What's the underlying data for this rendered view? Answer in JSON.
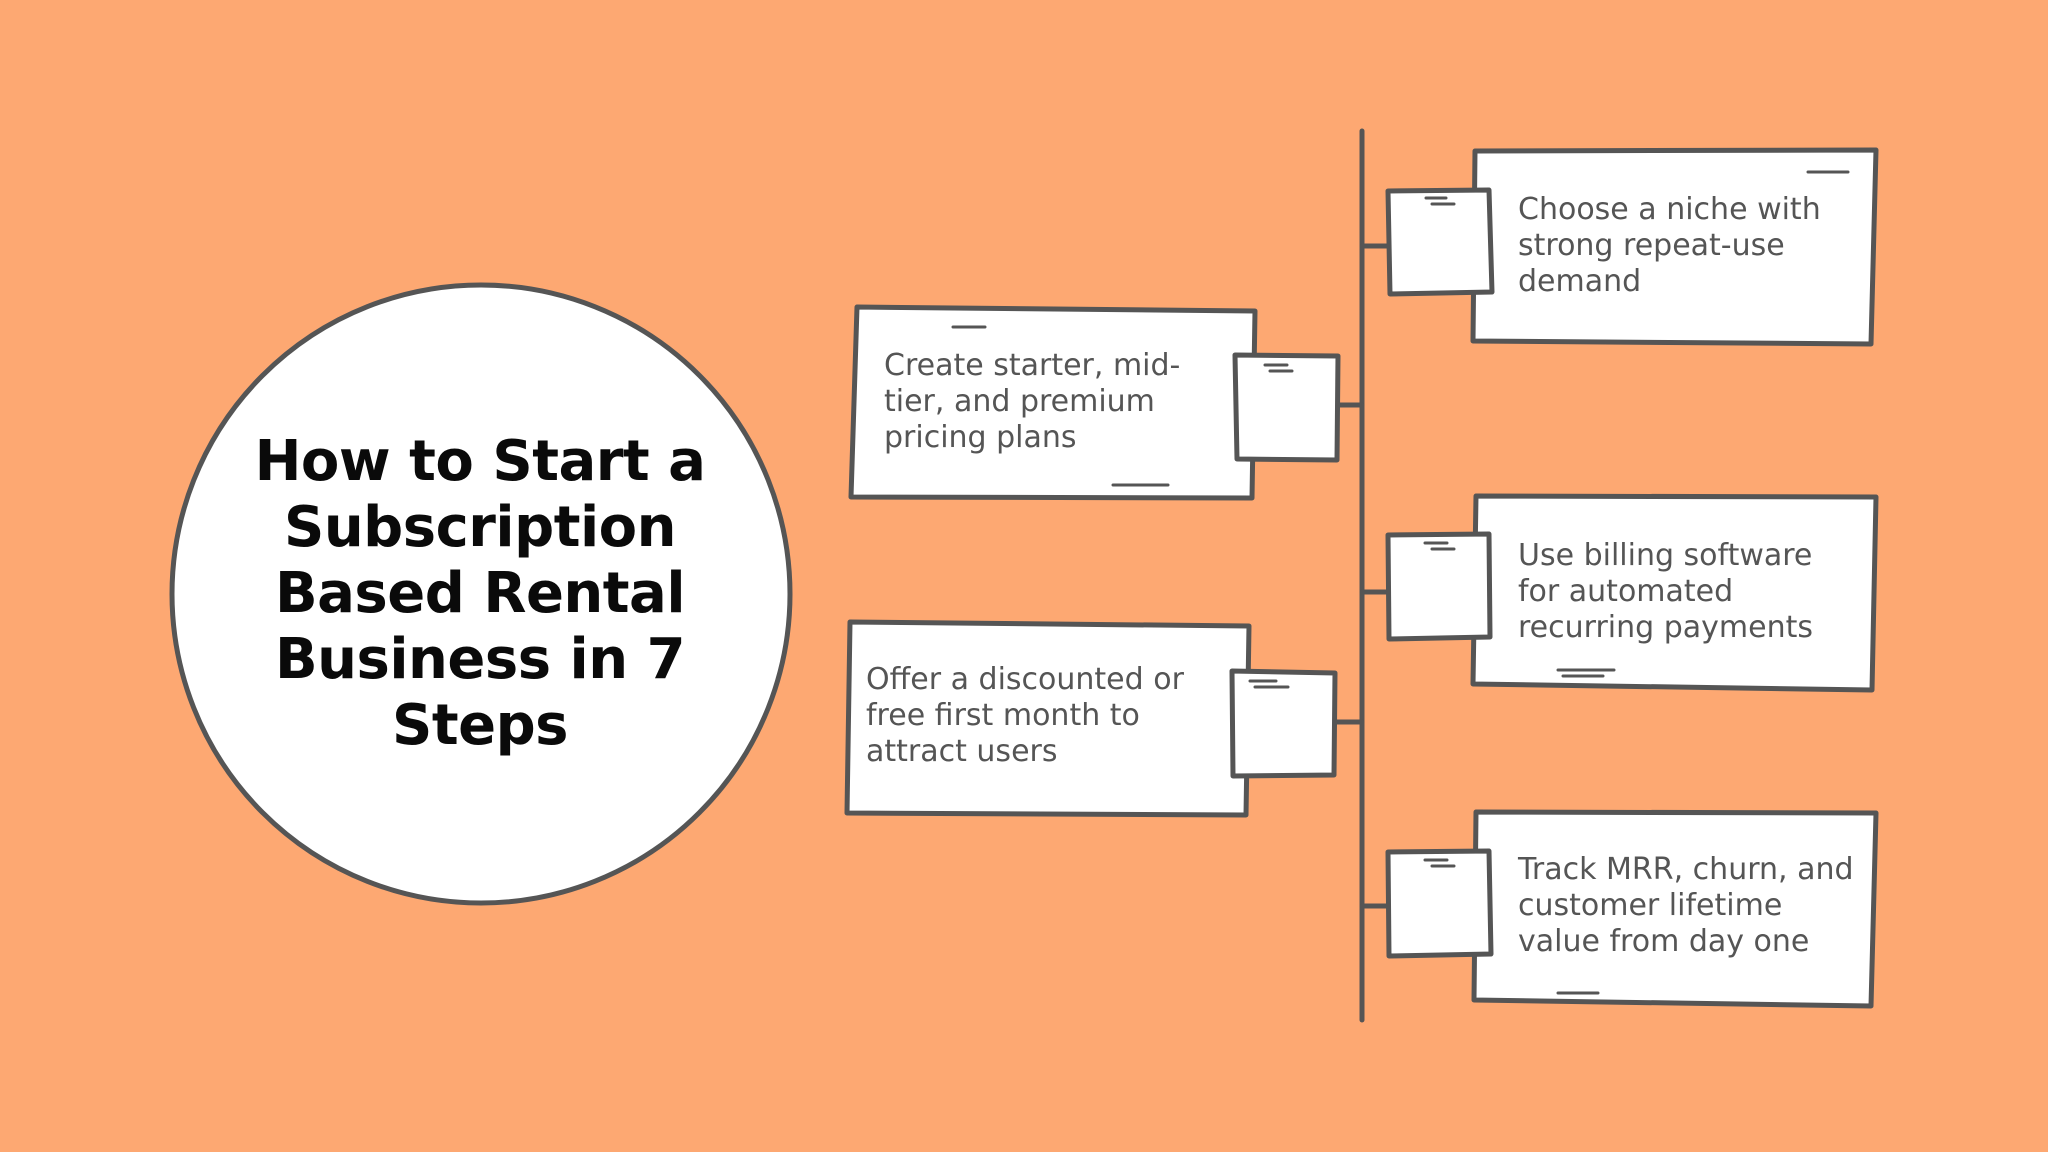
{
  "title": "How to Start a Subscription Based Rental Business in 7 Steps",
  "steps": [
    "Choose a niche with strong repeat-use demand",
    "Create starter, mid-tier, and premium pricing plans",
    "Use billing software for automated recurring payments",
    "Offer a discounted or free first month to attract users",
    "Track MRR, churn, and customer lifetime value from day one"
  ],
  "colors": {
    "background": "#FDA872",
    "card": "#FFFFFF",
    "outline": "#555555",
    "title_text": "#0A0A0A",
    "body_text": "#555555"
  }
}
